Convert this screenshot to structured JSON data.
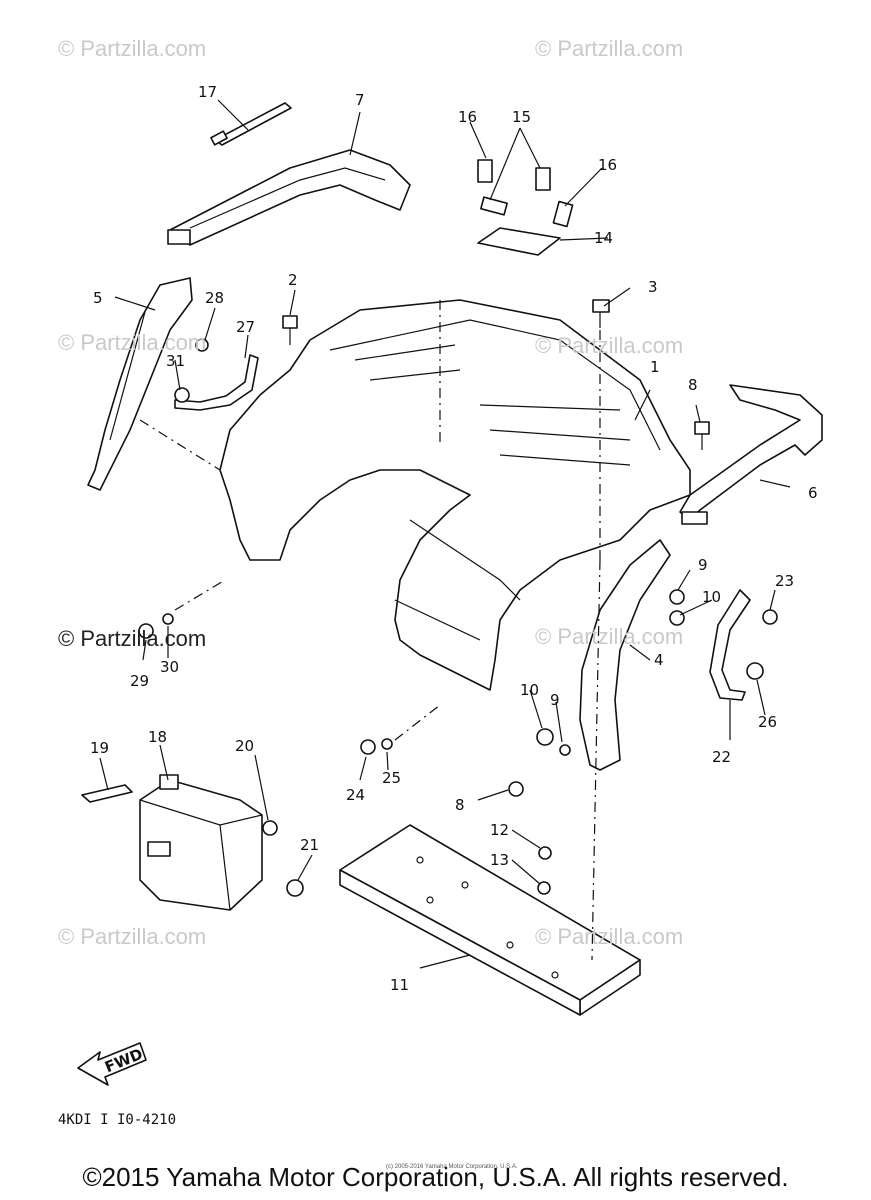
{
  "watermarks": {
    "light": [
      "© Partzilla.com",
      "© Partzilla.com",
      "© Partzilla.com",
      "© Partzilla.com",
      "© Partzilla.com",
      "© Partzilla.com",
      "© Partzilla.com"
    ],
    "dark": "© Partzilla.com"
  },
  "callouts": [
    "1",
    "2",
    "3",
    "4",
    "5",
    "6",
    "7",
    "8",
    "8",
    "9",
    "9",
    "10",
    "10",
    "11",
    "12",
    "13",
    "14",
    "15",
    "16",
    "16",
    "17",
    "18",
    "19",
    "20",
    "21",
    "22",
    "23",
    "24",
    "25",
    "26",
    "27",
    "28",
    "29",
    "30",
    "31"
  ],
  "fwd_label": "FWD",
  "diagram_code": "4KDI I I0-4210",
  "fine_print": "(c) 2005-2016 Yamaha Motor Corporation, U.S.A.",
  "copyright": "©2015 Yamaha Motor Corporation, U.S.A. All rights reserved."
}
